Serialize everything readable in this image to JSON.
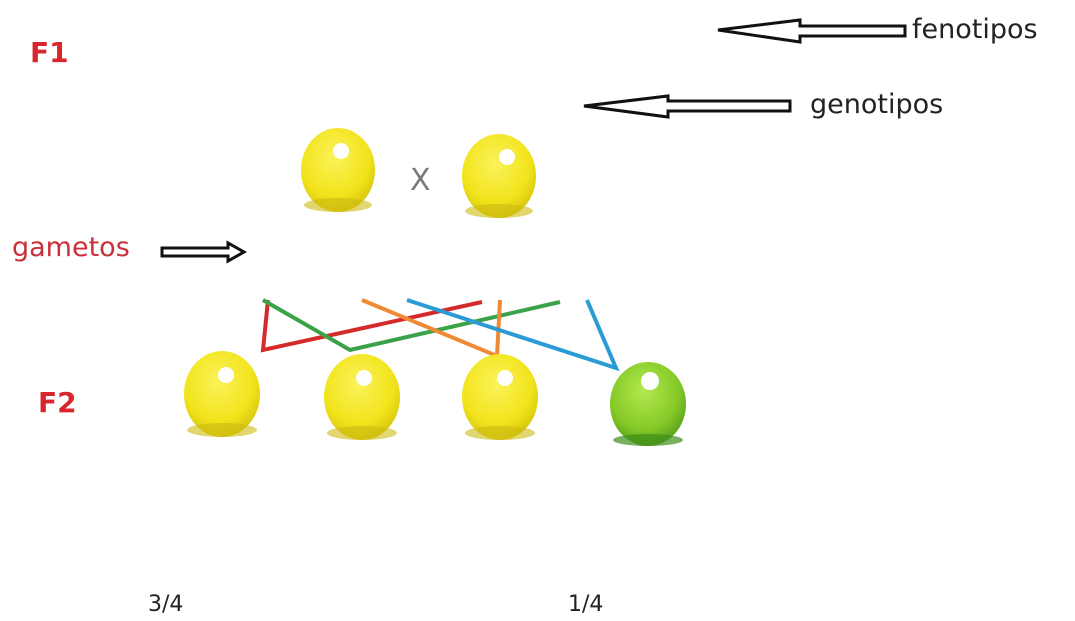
{
  "labels": {
    "f1": "F1",
    "f2": "F2",
    "gametes": "gametos",
    "phenotypes": "fenotipos",
    "genotypes": "genotipos",
    "cross": "X"
  },
  "ratios": {
    "dominant": "3/4",
    "recessive": "1/4"
  },
  "colors": {
    "generation_label": "#d8262e",
    "yellow_seed": "#f2e41c",
    "green_seed": "#84c928",
    "line_red": "#d42a2a",
    "line_green": "#3aa247",
    "line_orange": "#ee8a33",
    "line_blue": "#2a9bd4"
  },
  "seeds": {
    "parents": [
      "yellow",
      "yellow"
    ],
    "offspring": [
      "yellow",
      "yellow",
      "yellow",
      "green"
    ]
  }
}
